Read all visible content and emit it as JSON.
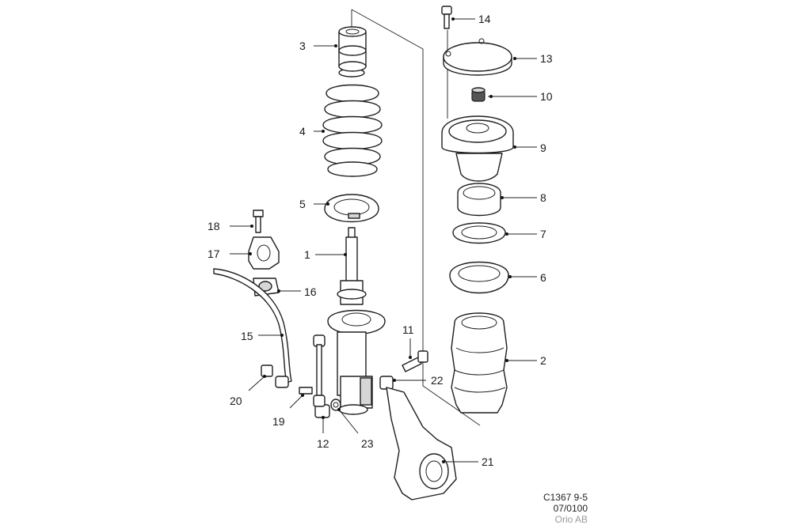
{
  "diagram": {
    "parts": [
      {
        "id": "p1",
        "label": "1"
      },
      {
        "id": "p2",
        "label": "2"
      },
      {
        "id": "p3",
        "label": "3"
      },
      {
        "id": "p4",
        "label": "4"
      },
      {
        "id": "p5",
        "label": "5"
      },
      {
        "id": "p6",
        "label": "6"
      },
      {
        "id": "p7",
        "label": "7"
      },
      {
        "id": "p8",
        "label": "8"
      },
      {
        "id": "p9",
        "label": "9"
      },
      {
        "id": "p10",
        "label": "10"
      },
      {
        "id": "p11",
        "label": "11"
      },
      {
        "id": "p12",
        "label": "12"
      },
      {
        "id": "p13",
        "label": "13"
      },
      {
        "id": "p14",
        "label": "14"
      },
      {
        "id": "p15",
        "label": "15"
      },
      {
        "id": "p16",
        "label": "16"
      },
      {
        "id": "p17",
        "label": "17"
      },
      {
        "id": "p18",
        "label": "18"
      },
      {
        "id": "p19",
        "label": "19"
      },
      {
        "id": "p20",
        "label": "20"
      },
      {
        "id": "p21",
        "label": "21"
      },
      {
        "id": "p22",
        "label": "22"
      },
      {
        "id": "p23",
        "label": "23"
      }
    ]
  },
  "caption": {
    "code": "C1367 9-5",
    "date": "07/0100",
    "publisher": "Orio AB"
  },
  "colors": {
    "line": "#1e1e1e",
    "shade": "#d6d6d6",
    "publisher_text": "#9a9a9a"
  }
}
